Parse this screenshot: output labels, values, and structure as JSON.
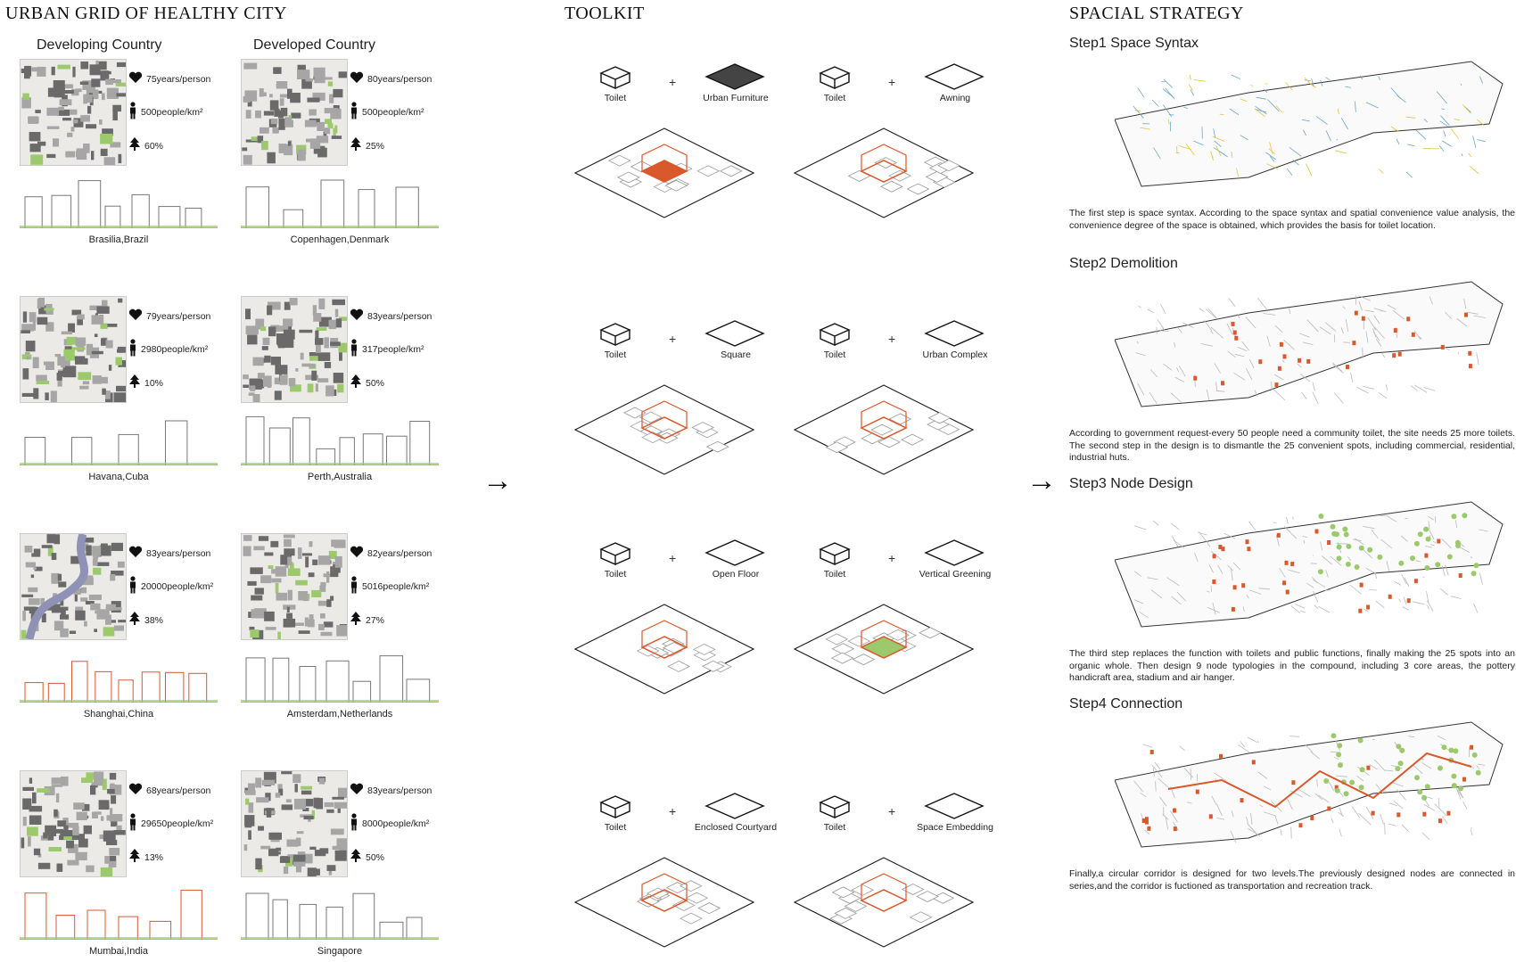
{
  "headings": {
    "left": "URBAN GRID OF HEALTHY CITY",
    "middle": "TOOLKIT",
    "right": "SPACIAL STRATEGY"
  },
  "columns": {
    "developing": "Developing Country",
    "developed": "Developed Country"
  },
  "cities": [
    {
      "name": "Brasilia,Brazil",
      "life": "75years/person",
      "density": "500people/km²",
      "green": "60%"
    },
    {
      "name": "Copenhagen,Denmark",
      "life": "80years/person",
      "density": "500people/km²",
      "green": "25%"
    },
    {
      "name": "Havana,Cuba",
      "life": "79years/person",
      "density": "2980people/km²",
      "green": "10%"
    },
    {
      "name": "Perth,Australia",
      "life": "83years/person",
      "density": "317people/km²",
      "green": "50%"
    },
    {
      "name": "Shanghai,China",
      "life": "83years/person",
      "density": "20000people/km²",
      "green": "38%"
    },
    {
      "name": "Amsterdam,Netherlands",
      "life": "82years/person",
      "density": "5016people/km²",
      "green": "27%"
    },
    {
      "name": "Mumbai,India",
      "life": "68years/person",
      "density": "29650people/km²",
      "green": "13%"
    },
    {
      "name": "Singapore",
      "life": "83years/person",
      "density": "8000people/km²",
      "green": "50%"
    }
  ],
  "toolkit": [
    {
      "base": "Toilet",
      "tool": "Urban Furniture"
    },
    {
      "base": "Toilet",
      "tool": "Awning"
    },
    {
      "base": "Toilet",
      "tool": "Square"
    },
    {
      "base": "Toilet",
      "tool": "Urban Complex"
    },
    {
      "base": "Toilet",
      "tool": "Open Floor"
    },
    {
      "base": "Toilet",
      "tool": "Vertical Greening"
    },
    {
      "base": "Toilet",
      "tool": "Enclosed Courtyard"
    },
    {
      "base": "Toilet",
      "tool": "Space Embedding"
    }
  ],
  "plus": "+",
  "arrow": "→",
  "steps": [
    {
      "title": "Step1 Space Syntax",
      "text": "The first step is space syntax. According to the space syntax and spatial convenience value analysis, the convenience degree of the space is obtained, which provides the basis for toilet location."
    },
    {
      "title": "Step2 Demolition",
      "text": "According to government request-every 50 people need a community toilet, the site needs 25 more toilets. The second step in the design is to dismantle the 25 convenient spots, including commercial, residential, industrial huts."
    },
    {
      "title": "Step3 Node Design",
      "text": "The third step replaces the function with toilets and public functions, finally making the 25 spots into an organic whole. Then design 9 node typologies in the compound, including 3 core areas, the pottery handicraft area, stadium and air hanger."
    },
    {
      "title": "Step4 Connection",
      "text": "Finally,a circular corridor is designed for two levels.The previously designed nodes are connected in series,and the corridor is fuctioned as transportation and recreation track."
    }
  ],
  "colors": {
    "accent": "#d9582c",
    "green": "#9cc96b",
    "road": "#8f91b6"
  }
}
